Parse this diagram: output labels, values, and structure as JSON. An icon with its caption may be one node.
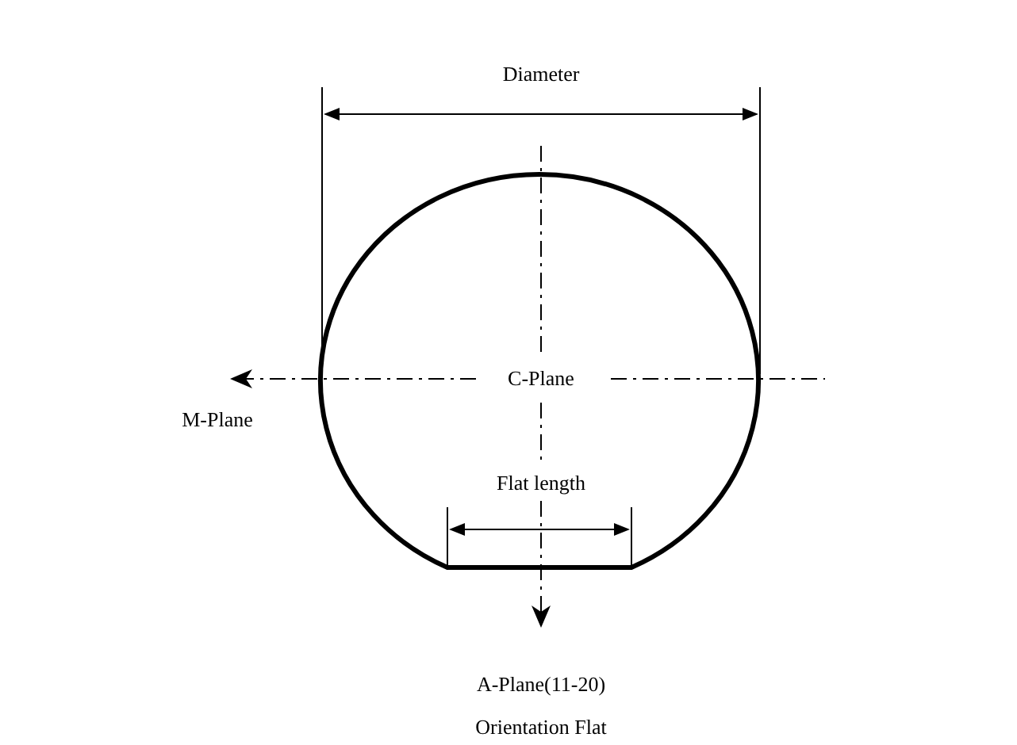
{
  "diagram": {
    "nodes": [
      {
        "text": [
          "C-Plane",
          "Flat length"
        ]
      }
    ],
    "labels": [
      "Diameter",
      "M-Plane",
      "A-Plane(11-20)",
      "Orientation Flat"
    ]
  }
}
